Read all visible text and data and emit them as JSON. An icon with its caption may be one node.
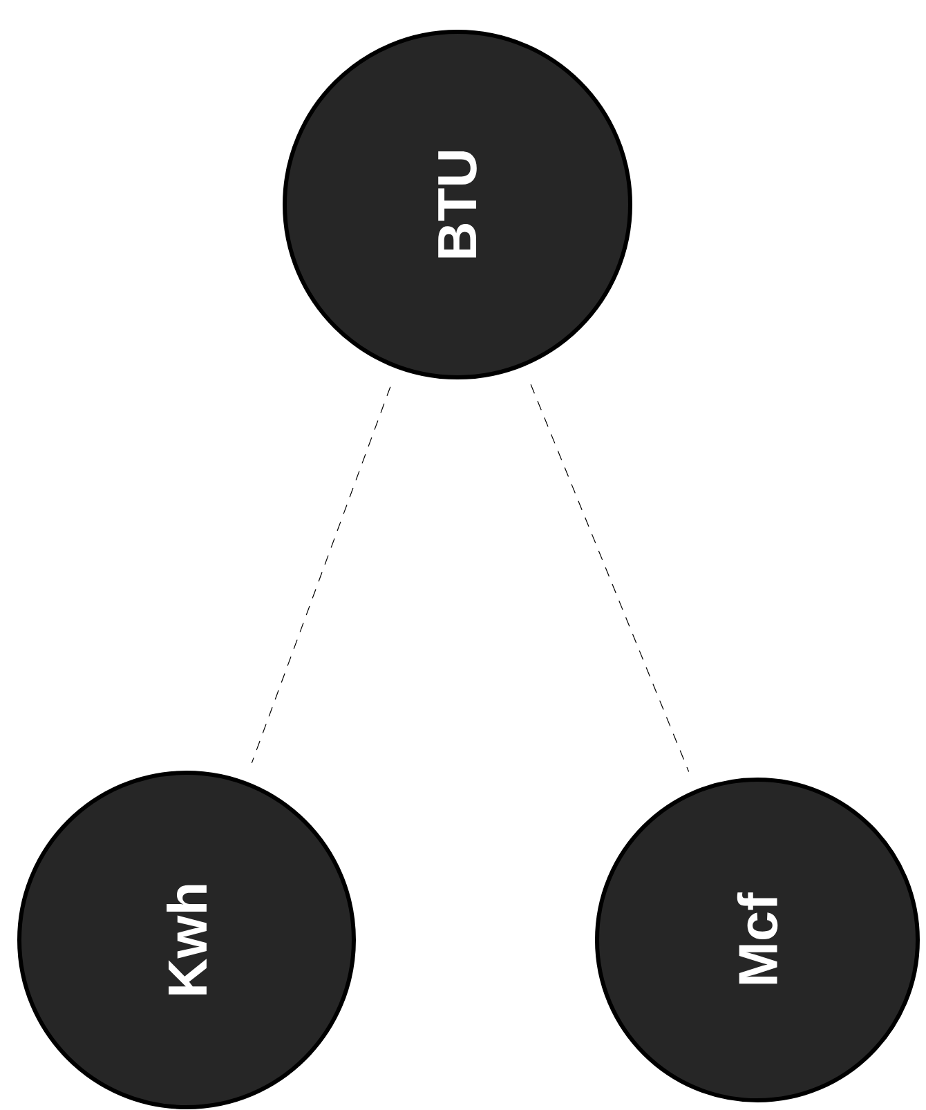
{
  "diagram": {
    "nodes": [
      {
        "text": [
          "BTU"
        ]
      },
      {
        "text": [
          "Kwh"
        ]
      },
      {
        "text": [
          "Mcf"
        ]
      }
    ],
    "edges": [
      {
        "from": 0,
        "to": 1,
        "arrow": "none",
        "style": "dashed"
      },
      {
        "from": 0,
        "to": 2,
        "arrow": "none",
        "style": "dashed"
      }
    ]
  }
}
